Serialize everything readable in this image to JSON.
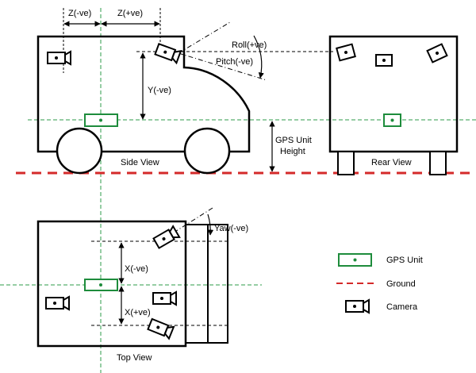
{
  "labels": {
    "z_neg": "Z(-ve)",
    "z_pos": "Z(+ve)",
    "roll": "Roll(+ve)",
    "pitch": "Pitch(-ve)",
    "y_neg": "Y(-ve)",
    "gps_height_line1": "GPS Unit",
    "gps_height_line2": "Height",
    "side_view": "Side View",
    "rear_view": "Rear View",
    "top_view": "Top View",
    "yaw": "Yaw(-ve)",
    "x_neg": "X(-ve)",
    "x_pos": "X(+ve)"
  },
  "legend": {
    "gps_unit": "GPS Unit",
    "ground": "Ground",
    "camera": "Camera"
  },
  "colors": {
    "gps_green": "#1e8c3c",
    "ground_red": "#d42a2a",
    "guide_green": "#2e9b4a",
    "stroke": "#000000"
  },
  "icons": {
    "gps": "gps-unit-icon",
    "camera": "camera-icon"
  }
}
